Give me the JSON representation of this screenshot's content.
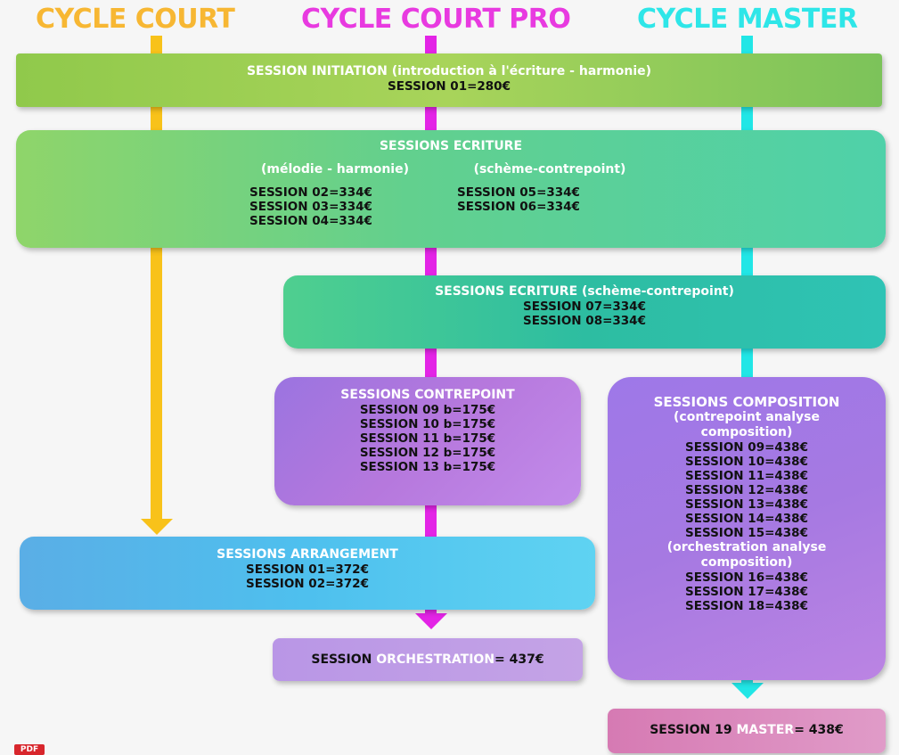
{
  "colors": {
    "cycle_court": "#f7c020",
    "cycle_court_pro": "#e324e6",
    "cycle_master": "#21e6e6"
  },
  "headers": {
    "cycle_court": "CYCLE COURT",
    "cycle_court_pro": "CYCLE COURT PRO",
    "cycle_master": "CYCLE MASTER"
  },
  "initiation": {
    "title": "SESSION INITIATION  (introduction à l'écriture - harmonie)",
    "session": "SESSION 01=280€"
  },
  "ecriture": {
    "title": "SESSIONS ECRITURE",
    "left_sub": "(mélodie - harmonie)",
    "right_sub": "(schème-contrepoint)",
    "left_sessions": [
      "SESSION 02=334€",
      "SESSION 03=334€",
      "SESSION 04=334€"
    ],
    "right_sessions": [
      "SESSION 05=334€",
      "SESSION 06=334€"
    ]
  },
  "ecriture2": {
    "title": "SESSIONS ECRITURE (schème-contrepoint)",
    "sessions": [
      "SESSION 07=334€",
      "SESSION 08=334€"
    ]
  },
  "contrepoint": {
    "title": "SESSIONS CONTREPOINT",
    "sessions": [
      "SESSION 09 b=175€",
      "SESSION 10 b=175€",
      "SESSION 11 b=175€",
      "SESSION 12 b=175€",
      "SESSION 13 b=175€"
    ]
  },
  "composition": {
    "title": "SESSIONS COMPOSITION",
    "sub1_line1": "(contrepoint analyse",
    "sub1_line2": "composition)",
    "sessions1": [
      "SESSION 09=438€",
      "SESSION 10=438€",
      "SESSION 11=438€",
      "SESSION 12=438€",
      "SESSION 13=438€",
      "SESSION 14=438€",
      "SESSION 15=438€"
    ],
    "sub2_line1": "(orchestration analyse",
    "sub2_line2": "composition)",
    "sessions2": [
      "SESSION 16=438€",
      "SESSION 17=438€",
      "SESSION 18=438€"
    ]
  },
  "arrangement": {
    "title": "SESSIONS ARRANGEMENT",
    "sessions": [
      "SESSION 01=372€",
      "SESSION 02=372€"
    ]
  },
  "orchestration": {
    "prefix": "SESSION ",
    "highlight": "ORCHESTRATION",
    "suffix": "= 437€"
  },
  "master": {
    "prefix": "SESSION 19 ",
    "highlight": "MASTER",
    "suffix": "= 438€"
  },
  "pdf_badge": "PDF"
}
